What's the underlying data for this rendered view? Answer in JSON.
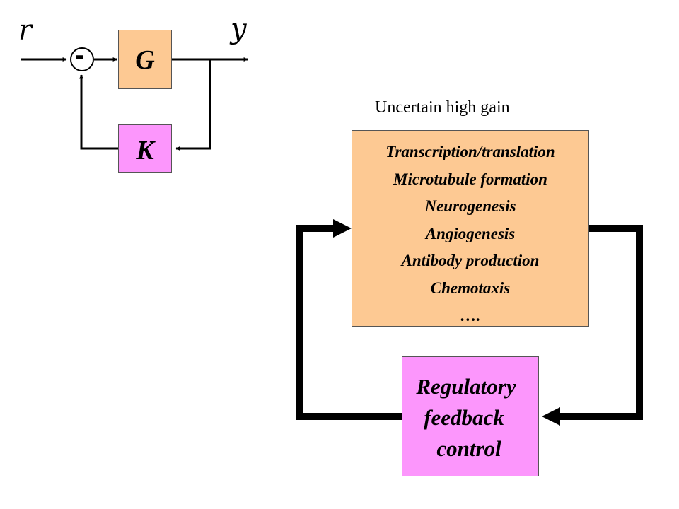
{
  "control_loop": {
    "input_symbol": "r",
    "output_symbol": "y",
    "summing_sign": "-",
    "plant_label": "G",
    "controller_label": "K"
  },
  "bio_loop": {
    "caption": "Uncertain high gain",
    "processes": [
      "Transcription/translation",
      "Microtubule formation",
      "Neurogenesis",
      "Angiogenesis",
      "Antibody production",
      "Chemotaxis",
      "…."
    ],
    "controller_lines": [
      "Regulatory",
      "feedback",
      "control"
    ]
  },
  "colors": {
    "plant_fill": "#fdc993",
    "controller_fill": "#fc96fc",
    "line": "#000000"
  }
}
